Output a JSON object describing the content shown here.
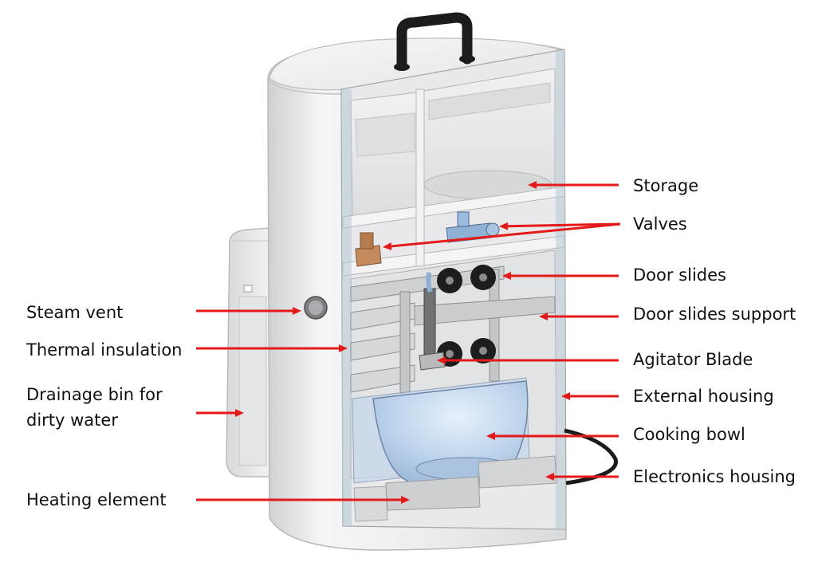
{
  "diagram": {
    "labels_left": [
      {
        "id": "steam-vent",
        "text": "Steam vent"
      },
      {
        "id": "thermal-insulation",
        "text": "Thermal insulation"
      },
      {
        "id": "drainage-bin",
        "text": "Drainage bin for dirty water"
      },
      {
        "id": "heating-element",
        "text": "Heating element"
      }
    ],
    "labels_right": [
      {
        "id": "storage",
        "text": "Storage"
      },
      {
        "id": "valves",
        "text": "Valves"
      },
      {
        "id": "door-slides",
        "text": "Door slides"
      },
      {
        "id": "door-slides-support",
        "text": "Door slides support"
      },
      {
        "id": "agitator-blade",
        "text": "Agitator Blade"
      },
      {
        "id": "external-housing",
        "text": "External housing"
      },
      {
        "id": "cooking-bowl",
        "text": "Cooking bowl"
      },
      {
        "id": "electronics-housing",
        "text": "Electronics housing"
      }
    ]
  },
  "colors": {
    "arrow": "#e41a1a",
    "housing": "#eeeeef",
    "housing_shade": "#d4d5d7",
    "bowl": "#bcd3ec",
    "handle": "#1c1c1c",
    "valve_brass": "#c58a5c",
    "valve_blue": "#8fb1d6"
  }
}
